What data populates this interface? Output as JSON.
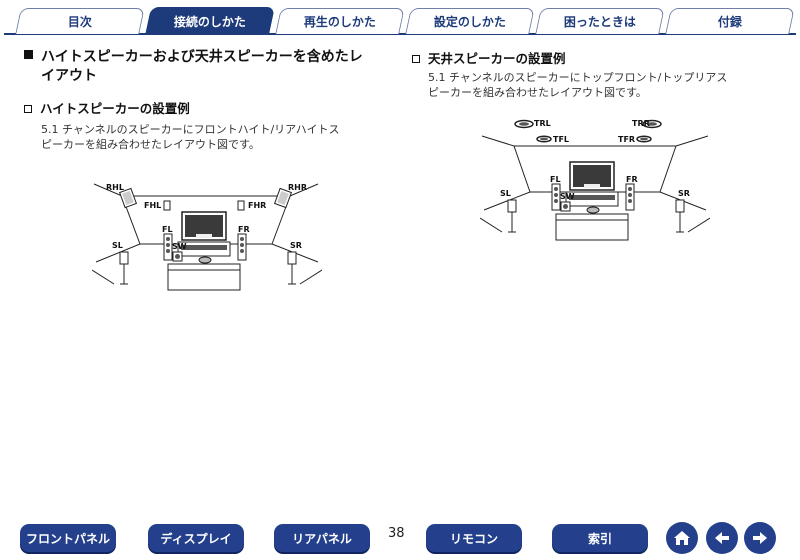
{
  "tabs": [
    {
      "label": "目次",
      "active": false
    },
    {
      "label": "接続のしかた",
      "active": true
    },
    {
      "label": "再生のしかた",
      "active": false
    },
    {
      "label": "設定のしかた",
      "active": false
    },
    {
      "label": "困ったときは",
      "active": false
    },
    {
      "label": "付録",
      "active": false
    }
  ],
  "left": {
    "title_line1": "ハイトスピーカーおよび天井スピーカーを含めたレ",
    "title_line2": "イアウト",
    "subtitle": "ハイトスピーカーの設置例",
    "desc_line1": "5.1 チャンネルのスピーカーにフロントハイト/リアハイトス",
    "desc_line2": "ピーカーを組み合わせたレイアウト図です。",
    "labels": {
      "rhl": "RHL",
      "rhr": "RHR",
      "fhl": "FHL",
      "fhr": "FHR",
      "fl": "FL",
      "fr": "FR",
      "sw": "SW",
      "sl": "SL",
      "sr": "SR"
    }
  },
  "right": {
    "subtitle": "天井スピーカーの設置例",
    "desc_line1": "5.1 チャンネルのスピーカーにトップフロント/トップリアス",
    "desc_line2": "ピーカーを組み合わせたレイアウト図です。",
    "labels": {
      "trl": "TRL",
      "trr": "TRR",
      "tfl": "TFL",
      "tfr": "TFR",
      "fl": "FL",
      "fr": "FR",
      "sw": "SW",
      "sl": "SL",
      "sr": "SR"
    }
  },
  "footer": {
    "front_panel": "フロントパネル",
    "display": "ディスプレイ",
    "rear_panel": "リアパネル",
    "page_number": "38",
    "remote": "リモコン",
    "index": "索引"
  },
  "colors": {
    "nav_blue": "#24408c",
    "tab_border": "#6f7fa8"
  },
  "icons": [
    "home-icon",
    "arrow-left-icon",
    "arrow-right-icon"
  ]
}
